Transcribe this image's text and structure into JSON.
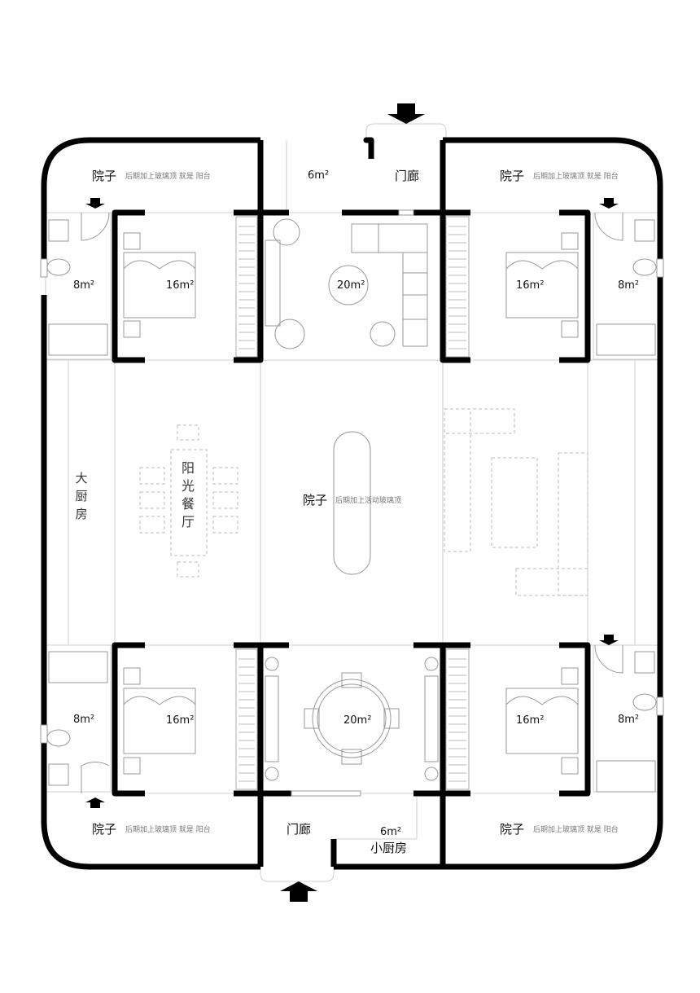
{
  "plan": {
    "courtyard_label": "院子",
    "courtyard_note": "后期加上玻璃顶  就是  阳台",
    "center_courtyard_label": "院子",
    "center_courtyard_note": "后期加上活动玻璃顶",
    "porch_label": "门廊",
    "area_6": "6m²",
    "area_8": "8m²",
    "area_16": "16m²",
    "area_20": "20m²",
    "small_kitchen": "小厨房",
    "big_kitchen": "大厨房",
    "dining_room": "阳光餐厅"
  },
  "colors": {
    "wall": "#000000",
    "line": "#cfcfcf",
    "dashed": "#bbbbbb",
    "fixture": "#9a9a9a"
  }
}
